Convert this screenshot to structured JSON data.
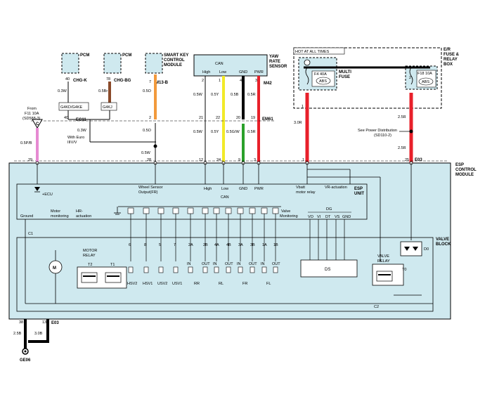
{
  "colors": {
    "panel_fill": "#cfe9ef",
    "wire_black": "#000000",
    "wire_red": "#e8202a",
    "wire_orange": "#f29a3c",
    "wire_yellow": "#f2ea28",
    "wire_green": "#2aa02a",
    "wire_pink": "#e68ad2",
    "wire_brown": "#8a4a2a"
  },
  "pcm_1": {
    "title": "PCM",
    "pin": "40",
    "connector": "CHG-K",
    "wire": "0.3W"
  },
  "pcm_2": {
    "title": "PCM",
    "pin": "78",
    "connector": "CHG-BG",
    "wire": "0.5Br"
  },
  "smart_key": {
    "title": "SMART KEY CONTROL MODULE",
    "pin": "7",
    "connector": "M13-B",
    "wire": "0.5O"
  },
  "yaw_sensor": {
    "title": "YAW RATE SENSOR",
    "can": "CAN",
    "high": "High",
    "low": "Low",
    "gnd": "GND",
    "pwr": "PWR",
    "pins": [
      "2",
      "1",
      "4",
      "3"
    ],
    "connector": "M42",
    "wires_top": [
      "0.5W",
      "0.5Y",
      "0.5B",
      "0.5R"
    ]
  },
  "fuse_box": {
    "title": "E/R FUSE & RELAY BOX",
    "hot_label": "HOT AT ALL TIMES",
    "fuse1": "F4 40A",
    "fuse1_name": "ABS",
    "fuse2": "F18 10A",
    "fuse2_name": "ABS",
    "multi_fuse": "MULTI FUSE",
    "pin1": "1",
    "pin2": "2"
  },
  "options": {
    "opt1": "G4KD/G4KE",
    "opt2": "G4KJ",
    "with_euro": "With Euro IIIV/V"
  },
  "splices": {
    "ec11": "EC11",
    "em61": "EM61"
  },
  "left_from": {
    "line1": "From",
    "line2": "F11 10A",
    "line3": "(SD588-3)",
    "letter": "C",
    "wire": "0.5P/B"
  },
  "mid_wires": {
    "w1": "0.3W",
    "w2": "0.5W",
    "w3": "0.3W",
    "w4": "0.5W",
    "orange": "0.5O",
    "white": "0.5W",
    "yellow": "0.5Y",
    "green": "0.5G/W",
    "red": "0.5R",
    "fuse_r1": "3.0R",
    "fuse_r2": "2.5R",
    "fuse_r3": "2.5R"
  },
  "splice_pins": [
    "40",
    "2",
    "21",
    "22",
    "20",
    "19"
  ],
  "ecm_pins": [
    "29",
    "28",
    "12",
    "24",
    "9",
    "3",
    "1",
    "25"
  ],
  "power_dist": {
    "line1": "See Power Distribution",
    "line2": "(SD110-2)"
  },
  "module": {
    "title": "ESP CONTROL MODULE",
    "connector": "E03"
  },
  "esp_unit": {
    "title": "ESP UNIT",
    "wheel_sensor": "Wheel Sensor Output(FR)",
    "can": "CAN",
    "high": "High",
    "low": "Low",
    "gnd": "GND",
    "pwr": "PWR",
    "vbatt": "Vbatt",
    "motor_relay": "motor relay",
    "vr_actuation": "VR-actuation",
    "ecu": "+ECU",
    "ground": "Ground",
    "motor_monitoring": "Motor monitoring",
    "hr_actuation": "HR- actuation",
    "valve_monitoring": "Valve Monitoring",
    "dg": "DG",
    "dg_pins": [
      "VO",
      "VI",
      "DT",
      "VS",
      "GND"
    ]
  },
  "valve_block": {
    "title": "VALVE BLOCK",
    "motor_relay": "MOTOR RELAY",
    "t2": "T2",
    "t1": "T1",
    "t0": "T0",
    "valve_relay": "VALVE RELAY",
    "d0": "D0",
    "ds": "DS",
    "motor": "M",
    "c1": "C1",
    "c2": "C2",
    "valve_pins": [
      "6",
      "8",
      "5",
      "7",
      "2A",
      "2B",
      "4A",
      "4B",
      "3A",
      "3B",
      "1A",
      "1B"
    ],
    "sub_labels": [
      "IN",
      "OUT",
      "IN",
      "OUT",
      "IN",
      "OUT",
      "IN",
      "OUT"
    ],
    "valves": [
      "HSV2",
      "HSV1",
      "USV2",
      "USV1",
      "RR",
      "RL",
      "FR",
      "FL"
    ]
  },
  "ground": {
    "pin1": "38",
    "pin2": "13",
    "connector": "E03",
    "wire1": "2.5B",
    "wire2": "3.0B",
    "name": "GE06"
  }
}
